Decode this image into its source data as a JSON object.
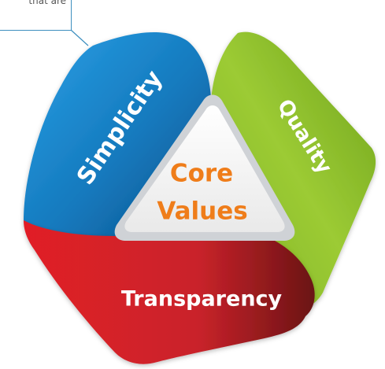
{
  "callout": {
    "text": "that are"
  },
  "diagram": {
    "center_line1": "Core",
    "center_line2": "Values",
    "segments": [
      {
        "label": "Simplicity",
        "color": "#1a7fc2"
      },
      {
        "label": "Quality",
        "color": "#8cbf26"
      },
      {
        "label": "Transparency",
        "color": "#d8232a"
      }
    ],
    "center_text_color": "#ef7d1a"
  }
}
